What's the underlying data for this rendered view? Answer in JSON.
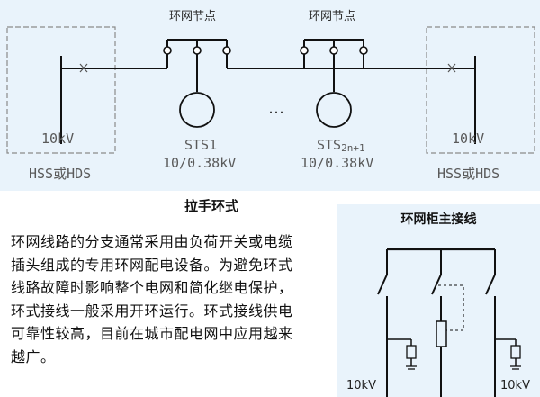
{
  "top": {
    "ring_node_left": "环网节点",
    "ring_node_right": "环网节点",
    "voltage_left": "10kV",
    "voltage_right": "10kV",
    "station_left": "HSS或HDS",
    "station_right": "HSS或HDS",
    "sts_left_name": "STS1",
    "sts_left_voltage": "10/0.38kV",
    "sts_right_name": "STS",
    "sts_right_sub": "2n+1",
    "sts_right_voltage": "10/0.38kV",
    "ellipsis": "…"
  },
  "caption": "拉手环式",
  "paragraph": {
    "line1": "环网线路的分支通常采用由负荷开关或电缆",
    "line2": "插头组成的专用环网配电设备。为避免环式",
    "line3": "线路故障时影响整个电网和简化继电保护，",
    "line4": "环式接线一般采用开环运行。环式接线供电",
    "line5": "可靠性较高，目前在城市配电网中应用越来",
    "line6": "越广。"
  },
  "cabinet": {
    "title": "环网柜主接线",
    "voltage_left": "10kV",
    "voltage_right": "10kV"
  },
  "colors": {
    "panel_bg": "#e9f3fb",
    "line": "#111111",
    "box_line": "#8a8a8a"
  }
}
